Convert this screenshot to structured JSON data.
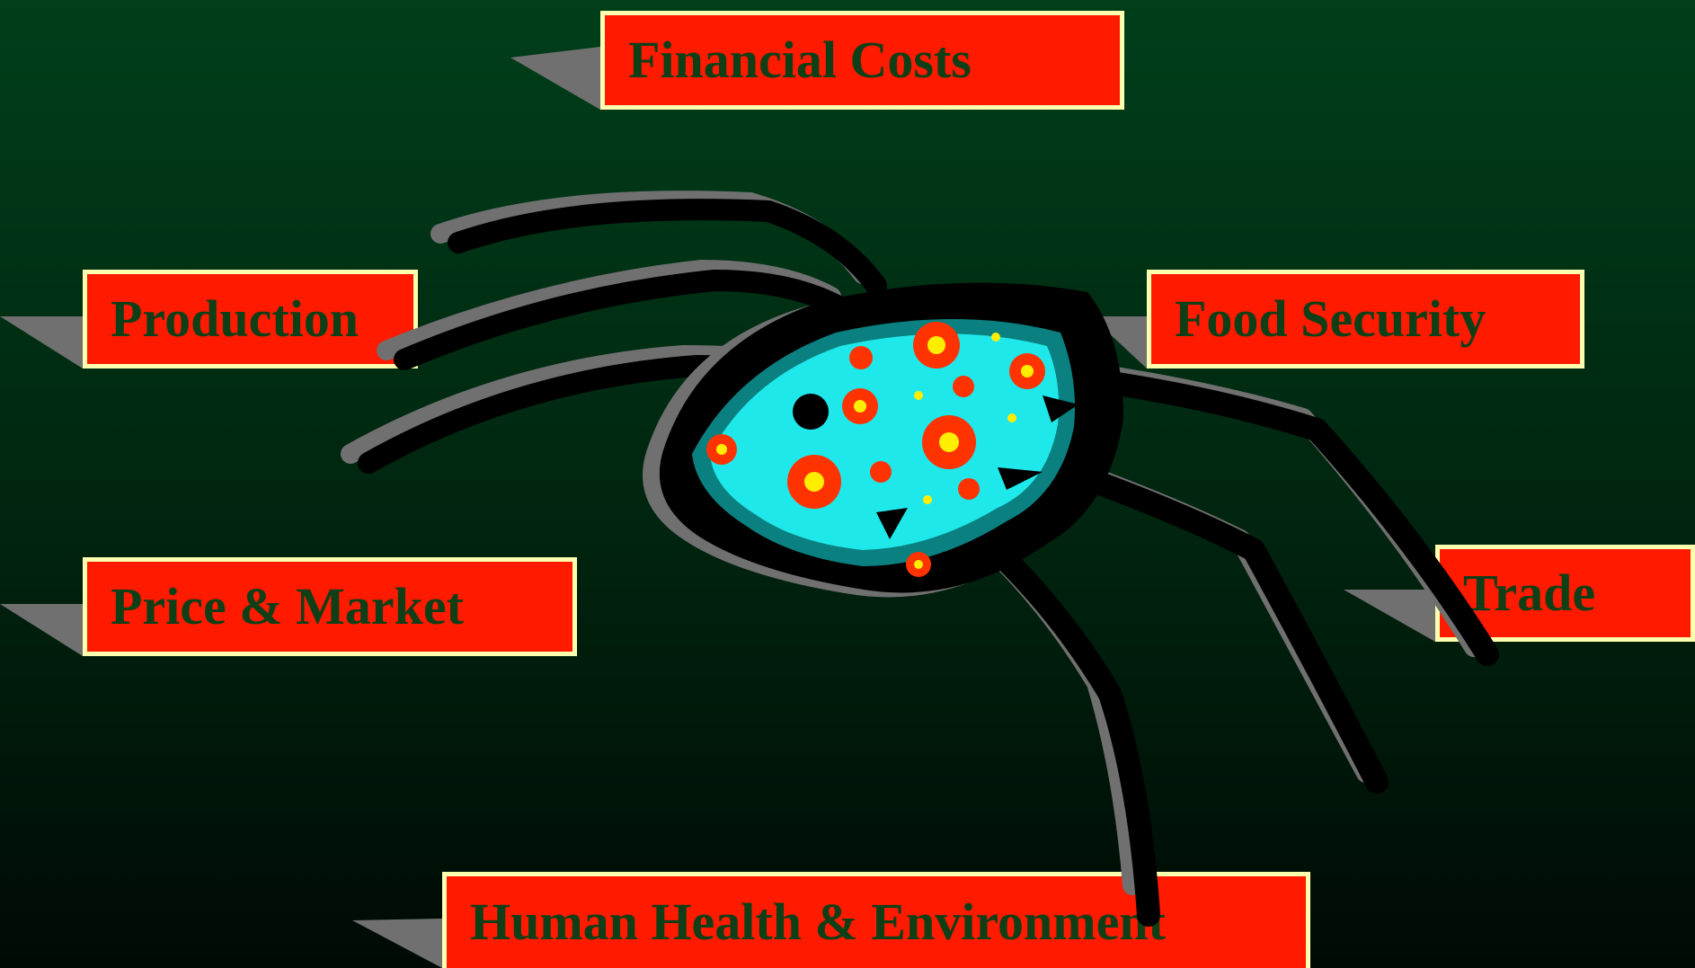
{
  "colors": {
    "background_top": "#003f1a",
    "background_bottom": "#000a04",
    "box_fill": "#ff1a00",
    "box_border": "#ffffb0",
    "box_text": "#0f3f17",
    "bug_body": "#1fe8ea",
    "bug_spots": "#ff3300",
    "bug_spot_centers": "#ffee00"
  },
  "labels": {
    "financial_costs": "Financial Costs",
    "production": "Production",
    "food_security": "Food Security",
    "price_market": "Price & Market",
    "trade": "Trade",
    "human_health_environment": "Human Health & Environment"
  },
  "illustration": {
    "icon": "bug-icon"
  }
}
